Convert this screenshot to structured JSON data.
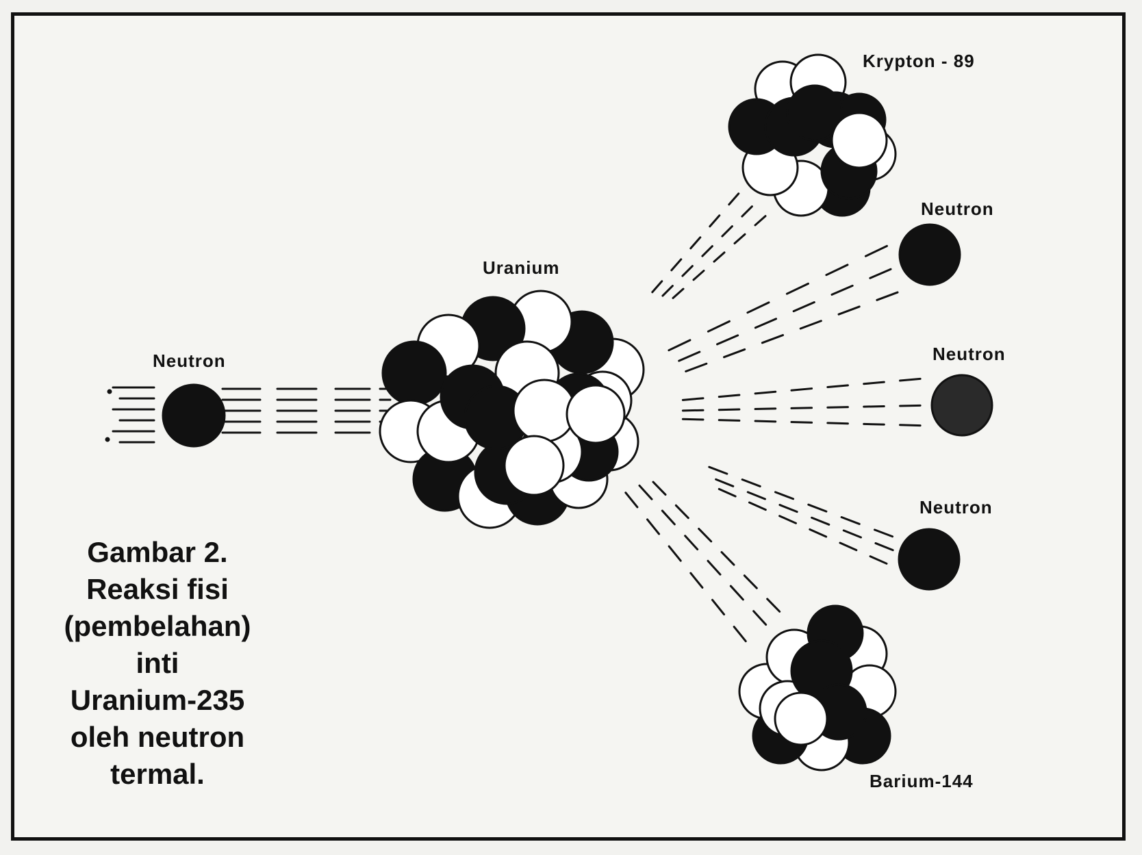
{
  "labels": {
    "krypton": "Krypton - 89",
    "uranium": "Uranium",
    "neutron_incoming": "Neutron",
    "neutron_out_1": "Neutron",
    "neutron_out_2": "Neutron",
    "neutron_out_3": "Neutron",
    "barium": "Barium-144"
  },
  "caption": {
    "line1": "Gambar 2.",
    "line2": "Reaksi fisi",
    "line3": "(pembelahan)",
    "line4": "inti",
    "line5": "Uranium-235",
    "line6": "oleh neutron",
    "line7": "termal."
  },
  "colors": {
    "ink": "#111111",
    "paper": "#f5f5f2",
    "ball_white": "#ffffff"
  }
}
